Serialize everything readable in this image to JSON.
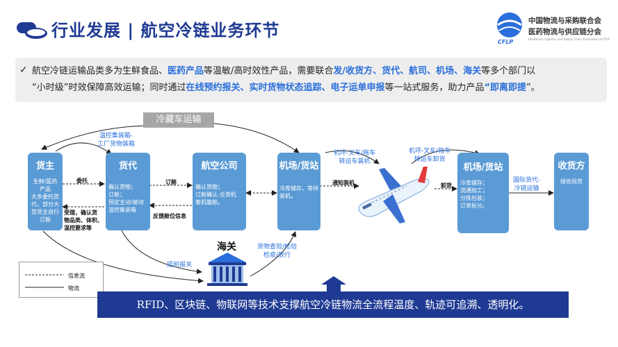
{
  "header": {
    "title": "行业发展 | 航空冷链业务环节",
    "logo_line1": "中国物流与采购联合会",
    "logo_line2": "医药物流与供应链分会",
    "logo_small": "Healthcare Logistics and Supply Chain Association of CFLP",
    "logo_abbr": "CFLP"
  },
  "statement": {
    "line1": [
      "航空冷链运输品类多为生鲜食品、",
      "医药产品",
      "等温敏/高时效性产品，需要联合",
      "发/收货方、货代、航司、机场、海关",
      "等多个部门以"
    ],
    "line2": [
      "“小时级”时效保障高效运输；同时通过",
      "在线预约报关、实时货物状态追踪、电子运单申报",
      "等一站式服务，助力产品",
      "“即离即提",
      "”。"
    ]
  },
  "nodes": {
    "shipper": {
      "title": "货主",
      "body": "生鲜/医药\n产品\n大多委托货\n代，部分大\n型货主自行\n订舱"
    },
    "forwarder": {
      "title": "货代",
      "body": "确认货物；\n订舱；\n预定主动/被动\n温控集装箱"
    },
    "airline": {
      "title": "航空公司",
      "body": "确认货物；\n订舱确认-全货机\n客机腹舱。"
    },
    "airport1": {
      "title": "机场/货站",
      "body": "冷库储存，等待\n装机。"
    },
    "airport2": {
      "title": "机场/货站",
      "body": "冷库储存；\n流通加工；\n分拣包装；\n订单拆分。"
    },
    "consignee": {
      "title": "收货方",
      "body": "接收验货"
    },
    "customs": {
      "title": "海关"
    }
  },
  "labels": {
    "cold_truck": "冷藏车运输",
    "container": "温控集装箱-\n工厂货物装箱",
    "entrust": "委托",
    "book1": "订舱",
    "accept": "受理，确认货\n物品类、体积、\n温控要求等",
    "feedback": "反馈舱位信息",
    "notify": "通知装机",
    "tractor1": "机坪-叉车/拖车\n转运车装机",
    "tractor2": "机坪-叉车/拖车\n转运车卸货",
    "unload": "卸货",
    "intl": "国际货代-\n冷链运输",
    "pre_declare": "提前报关",
    "inspect": "货物查验/检验\n检疫/放行"
  },
  "legend": {
    "info_flow": "信息流",
    "logistics": "物流"
  },
  "banner": "RFID、区块链、物联网等技术支撑航空冷链物流全流程温度、轨迹可追溯、透明化。",
  "colors": {
    "title": "#1f3a93",
    "box": "#5b9bd5",
    "highlight": "#2a6fdb",
    "banner": "#1f3a93",
    "truck": "#a6a6a6"
  }
}
